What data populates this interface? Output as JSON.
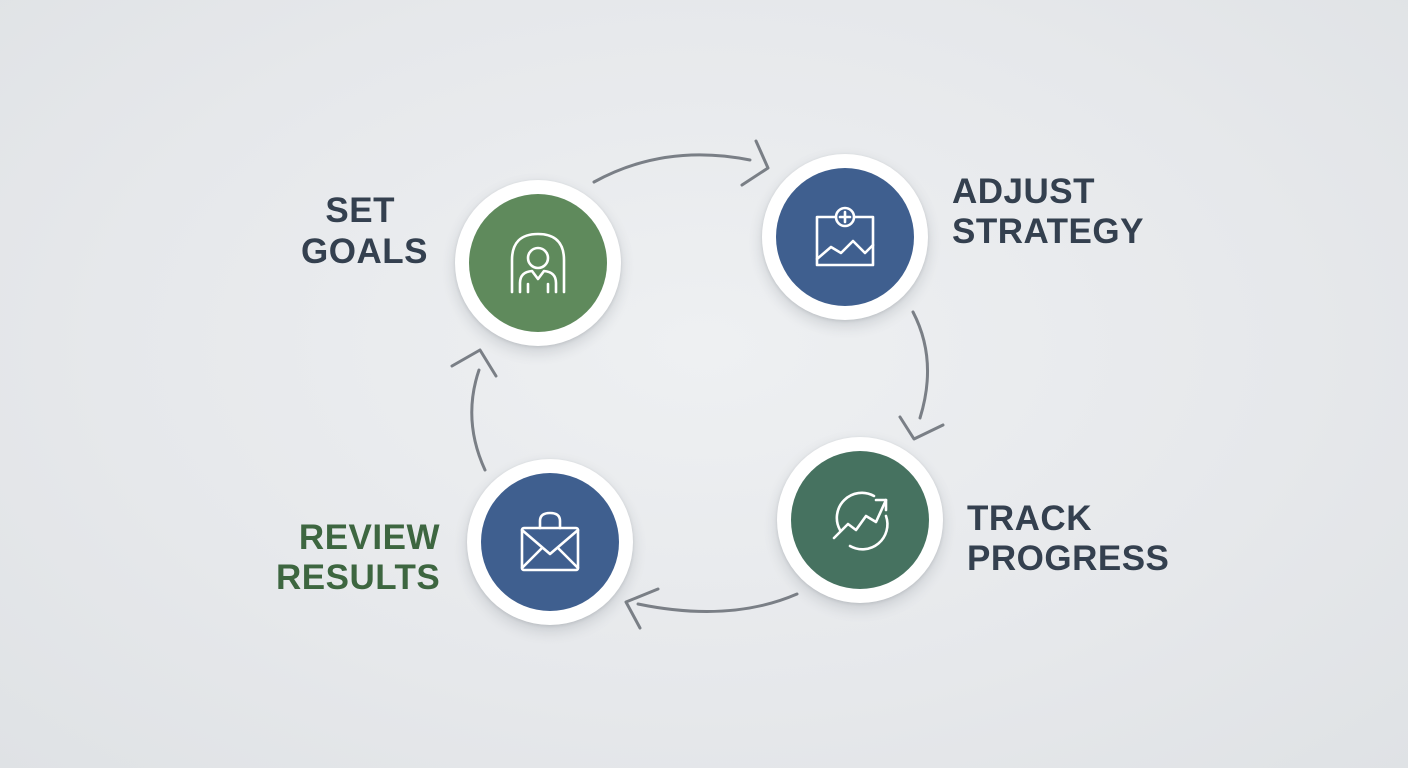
{
  "steps": [
    {
      "id": "set-goals",
      "line1": "SET",
      "line2": "GOALS",
      "icon": "person-icon"
    },
    {
      "id": "adjust-strategy",
      "line1": "ADJUST",
      "line2": "STRATEGY",
      "icon": "chart-plus-icon"
    },
    {
      "id": "track-progress",
      "line1": "TRACK",
      "line2": "PROGRESS",
      "icon": "progress-cycle-icon"
    },
    {
      "id": "review-results",
      "line1": "REVIEW",
      "line2": "RESULTS",
      "icon": "envelope-bag-icon"
    }
  ],
  "colors": {
    "background": "#e6e8eb",
    "green": "#5f8a5c",
    "blue": "#3f5f8f",
    "teal_green": "#467260",
    "label_dark": "#34404f",
    "label_green": "#3d6640",
    "arrow": "#7a7f86"
  }
}
